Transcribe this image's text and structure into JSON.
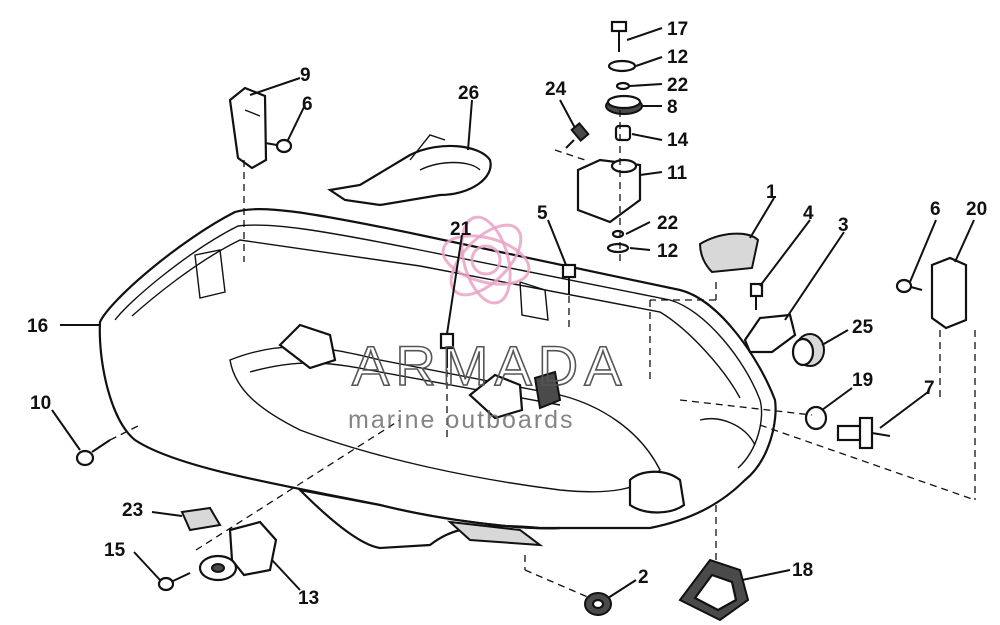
{
  "diagram": {
    "callouts": [
      {
        "id": "17",
        "label": "17"
      },
      {
        "id": "12a",
        "label": "12"
      },
      {
        "id": "22a",
        "label": "22"
      },
      {
        "id": "8",
        "label": "8"
      },
      {
        "id": "14",
        "label": "14"
      },
      {
        "id": "11",
        "label": "11"
      },
      {
        "id": "24",
        "label": "24"
      },
      {
        "id": "22b",
        "label": "22"
      },
      {
        "id": "12b",
        "label": "12"
      },
      {
        "id": "26",
        "label": "26"
      },
      {
        "id": "9",
        "label": "9"
      },
      {
        "id": "6a",
        "label": "6"
      },
      {
        "id": "21",
        "label": "21"
      },
      {
        "id": "5",
        "label": "5"
      },
      {
        "id": "1",
        "label": "1"
      },
      {
        "id": "4",
        "label": "4"
      },
      {
        "id": "3",
        "label": "3"
      },
      {
        "id": "6b",
        "label": "6"
      },
      {
        "id": "20",
        "label": "20"
      },
      {
        "id": "16",
        "label": "16"
      },
      {
        "id": "25",
        "label": "25"
      },
      {
        "id": "19",
        "label": "19"
      },
      {
        "id": "7",
        "label": "7"
      },
      {
        "id": "10",
        "label": "10"
      },
      {
        "id": "23",
        "label": "23"
      },
      {
        "id": "15",
        "label": "15"
      },
      {
        "id": "13",
        "label": "13"
      },
      {
        "id": "2",
        "label": "2"
      },
      {
        "id": "18",
        "label": "18"
      }
    ]
  },
  "watermark": {
    "brand": "ARMADA",
    "tagline": "marine outboards",
    "color": "#e9a3c6"
  }
}
